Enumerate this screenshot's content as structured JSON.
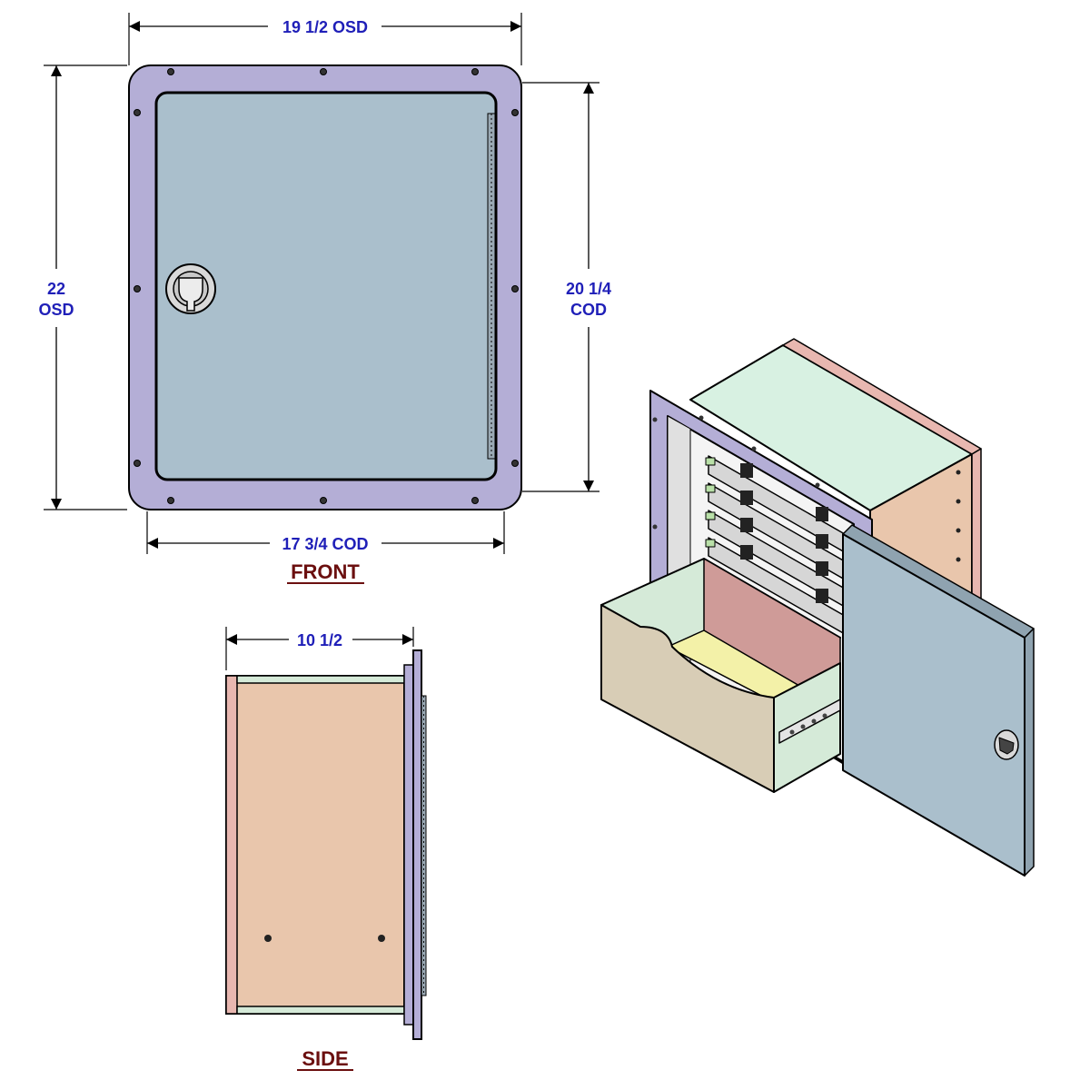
{
  "front_view": {
    "title": "FRONT",
    "dim_top": "19 1/2 OSD",
    "dim_left_value": "22",
    "dim_left_unit": "OSD",
    "dim_right_value": "20 1/4",
    "dim_right_unit": "COD",
    "dim_bottom": "17 3/4 COD"
  },
  "side_view": {
    "title": "SIDE",
    "dim_top": "10 1/2"
  },
  "colors": {
    "dimension_text": "#1f1fb8",
    "view_title": "#6b0f0f",
    "flange_purple": "#b4aed6",
    "door_blue": "#aabfcc",
    "side_panel_peach": "#e9c6ac",
    "side_trim_pink": "#e8b7b0",
    "side_trim_green": "#d5ead8",
    "top_panel_mint": "#d8f1e2",
    "drawer_front_tan": "#d8cdb6",
    "drawer_back_rose": "#cf9b98",
    "drawer_bottom_yellow": "#f3f1a8"
  },
  "icons": [
    "latch-icon",
    "screw-icon",
    "drawer-slide-icon",
    "tray-handle-icon"
  ]
}
